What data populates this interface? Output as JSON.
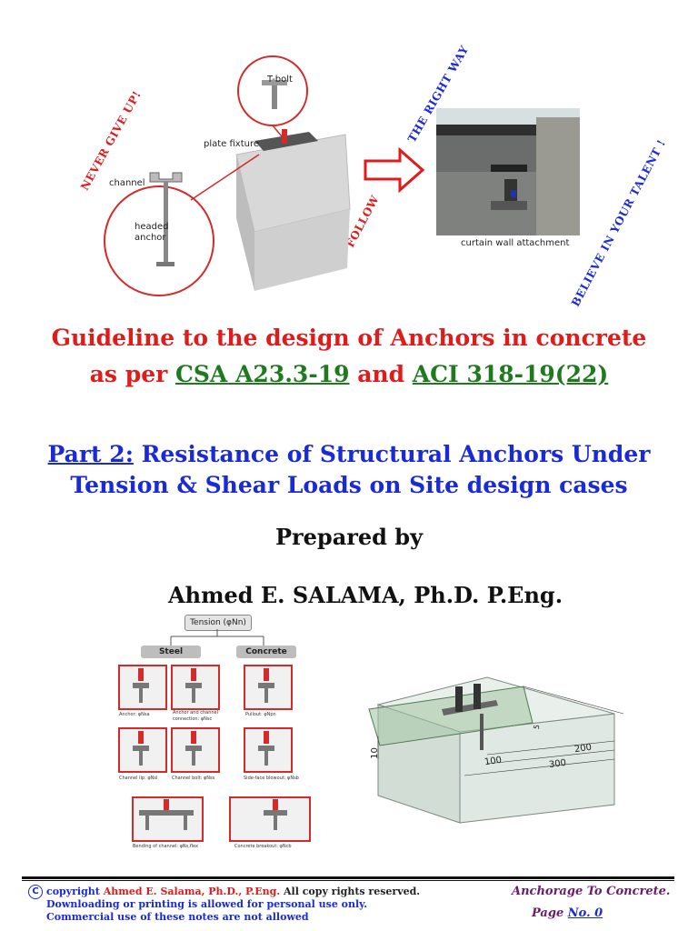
{
  "slogans": {
    "never_give_up": "NEVER GIVE UP!",
    "the_right_way": "THE RIGHT WAY",
    "follow": "FOLLOW",
    "believe": "BELIEVE IN YOUR TALENT !"
  },
  "top_figure": {
    "t_bolt": "T-bolt",
    "plate_fixture": "plate fixture",
    "channel": "channel",
    "headed_anchor_1": "headed",
    "headed_anchor_2": "anchor"
  },
  "photo": {
    "caption": "curtain wall attachment"
  },
  "title": {
    "line1": "Guideline to the design of Anchors in concrete",
    "line2_prefix": "as per ",
    "code1": "CSA A23.3-19",
    "line2_mid": " and ",
    "code2": "ACI 318-19(22)"
  },
  "part": {
    "label": "Part 2:",
    "line1_rest": " Resistance of Structural Anchors Under",
    "line2": "Tension & Shear Loads on Site design cases"
  },
  "prepared_by": "Prepared by",
  "author": "Ahmed E. SALAMA, Ph.D. P.Eng.",
  "tree": {
    "root": "Tension (φNn)",
    "steel": "Steel",
    "concrete": "Concrete",
    "captions": {
      "anchor": "Anchor: φNsa",
      "anchor_channel_1": "Anchor and channel",
      "anchor_channel_2": "connection: φNsc",
      "pullout": "Pullout: φNpn",
      "channel_lip": "Channel lip: φNsl",
      "channel_bolt": "Channel bolt: φNss",
      "side_face": "Side-face blowout: φNsb",
      "bending": "Bending of channel: φNs,flex",
      "breakout": "Concrete breakout: φNcb"
    }
  },
  "dims": {
    "d10": "10",
    "d100": "100",
    "d200": "200",
    "d300": "300",
    "d5": "5"
  },
  "footer": {
    "copy_symbol": "C",
    "line1_a": "copyright ",
    "line1_name": "Ahmed E. Salama, Ph.D., P.Eng.",
    "line1_b": " All copy rights reserved.",
    "line2": "Downloading or printing is allowed for personal use only.",
    "line3": "Commercial use of these notes are not allowed",
    "right_title": "Anchorage To Concrete.",
    "page_prefix": "Page ",
    "page_no": "No. 0"
  }
}
